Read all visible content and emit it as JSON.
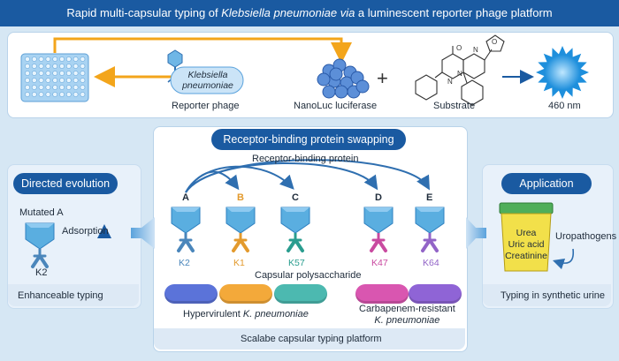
{
  "banner": {
    "title_pre": "Rapid multi-capsular typing of ",
    "title_species": "Klebsiella pneumoniae",
    "title_via": "via",
    "title_post": " a luminescent reporter phage platform"
  },
  "top_panel": {
    "bacterium_label": "Klebsiella pneumoniae",
    "reporter_phage_label": "Reporter phage",
    "nanoluc_label": "NanoLuc luciferase",
    "plus_sign": "+",
    "substrate_label": "Substrate",
    "wavelength_label": "460 nm"
  },
  "left_panel": {
    "title": "Directed evolution",
    "mutated_label": "Mutated A",
    "adsorption_label": "Adsorption",
    "k_label": "K2",
    "footer": "Enhanceable typing"
  },
  "center_panel": {
    "title": "Receptor-binding protein swapping",
    "rbp_label": "Receptor-binding protein",
    "capsular_label": "Capsular polysaccharide",
    "phages": [
      {
        "letter": "A",
        "k": "K2"
      },
      {
        "letter": "B",
        "k": "K1"
      },
      {
        "letter": "C",
        "k": "K57"
      },
      {
        "letter": "D",
        "k": "K47"
      },
      {
        "letter": "E",
        "k": "K64"
      }
    ],
    "hypervirulent_pre": "Hypervirulent ",
    "hypervirulent_species": "K. pneumoniae",
    "carbapenem_line1": "Carbapenem-resistant",
    "carbapenem_line2": "K. pneumoniae",
    "footer": "Scalabe capsular typing platform"
  },
  "right_panel": {
    "title": "Application",
    "urine_items": [
      "Urea",
      "Uric acid",
      "Creatinine"
    ],
    "uropathogens_label": "Uropathogens",
    "footer": "Typing in synthetic urine"
  },
  "colors": {
    "banner": "#1a5aa1",
    "phage_body": "#5aaee0",
    "arrow_blue": "#1a5aa1",
    "arrow_orange": "#f3a51b",
    "k_colors": [
      "#4a86bb",
      "#e39a2d",
      "#2a9d8f",
      "#c94aa0",
      "#9264c7"
    ],
    "capsule_colors": [
      "#5b73d9",
      "#f3a93a",
      "#4cb9b0",
      "#d956b0",
      "#8f64d6"
    ]
  }
}
